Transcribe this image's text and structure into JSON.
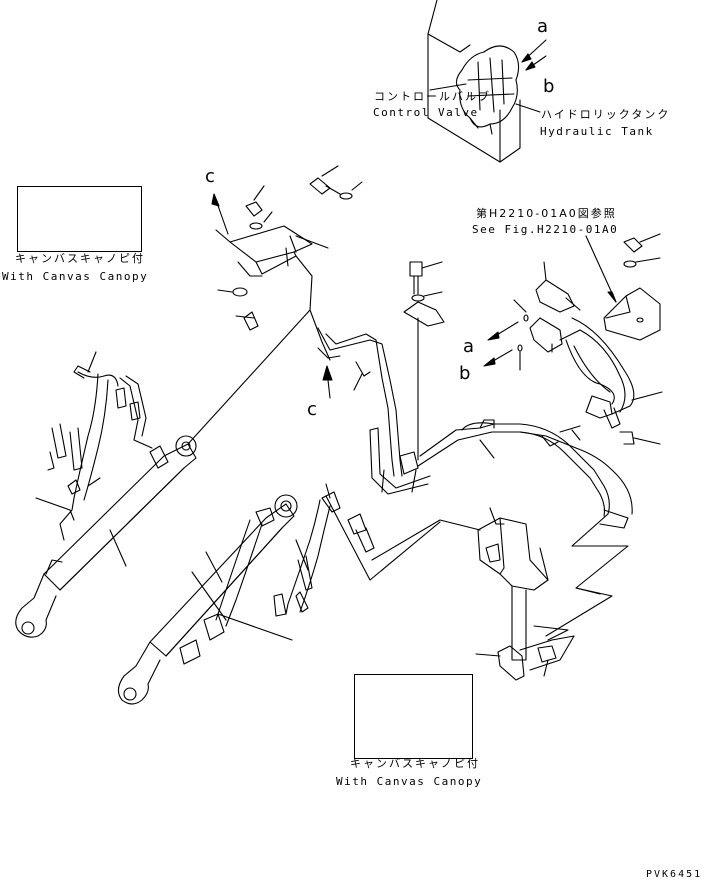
{
  "control_valve": {
    "jp": "コントロールバルブ",
    "en": "Control Valve"
  },
  "hydraulic_tank": {
    "jp": "ハイドロリックタンク",
    "en": "Hydraulic Tank"
  },
  "callouts": {
    "a": "a",
    "b": "b",
    "c": "c"
  },
  "see_fig": {
    "jp": "第H2210-01A0図参照",
    "en": "See Fig.H2210-01A0"
  },
  "insets": [
    {
      "jp": "キャンバスキャノピ付",
      "en": "With Canvas Canopy"
    },
    {
      "jp": "キャンバスキャノピ付",
      "en": "With Canvas Canopy"
    }
  ],
  "drawing_code": "PVK6451"
}
